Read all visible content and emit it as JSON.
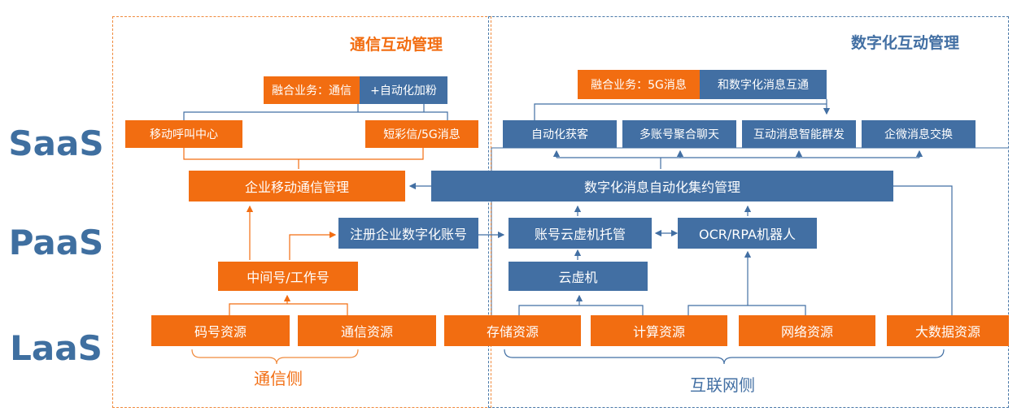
{
  "layers": {
    "saas": "SaaS",
    "paas": "PaaS",
    "laas": "LaaS"
  },
  "headings": {
    "comm": "通信互动管理",
    "digital": "数字化互动管理"
  },
  "fusion_left": {
    "part_a": "融合业务：通信",
    "part_b": "+自动化加粉"
  },
  "fusion_right": {
    "part_a": "融合业务：5G消息",
    "part_b": "和数字化消息互通"
  },
  "saas_boxes": {
    "mobile_call_center": "移动呼叫中心",
    "sms_5g": "短彩信/5G消息",
    "auto_acquire": "自动化获客",
    "multi_account_chat": "多账号聚合聊天",
    "smart_group_send": "互动消息智能群发",
    "wecom_exchange": "企微消息交换"
  },
  "paas_boxes": {
    "enterprise_mobile_mgmt": "企业移动通信管理",
    "digital_msg_mgmt": "数字化消息自动化集约管理",
    "register_digital_account": "注册企业数字化账号",
    "account_cloud_vm_hosting": "账号云虚机托管",
    "ocr_rpa_robot": "OCR/RPA机器人",
    "middle_work_number": "中间号/工作号",
    "cloud_vm": "云虚机"
  },
  "laas_boxes": {
    "number_resource": "码号资源",
    "comm_resource": "通信资源",
    "storage_resource": "存储资源",
    "compute_resource": "计算资源",
    "network_resource": "网络资源",
    "bigdata_resource": "大数据资源"
  },
  "side_labels": {
    "comm_side": "通信侧",
    "internet_side": "互联网侧"
  },
  "colors": {
    "orange": "#f26d11",
    "blue": "#426fa3",
    "layer_text": "#3f6fa0"
  }
}
